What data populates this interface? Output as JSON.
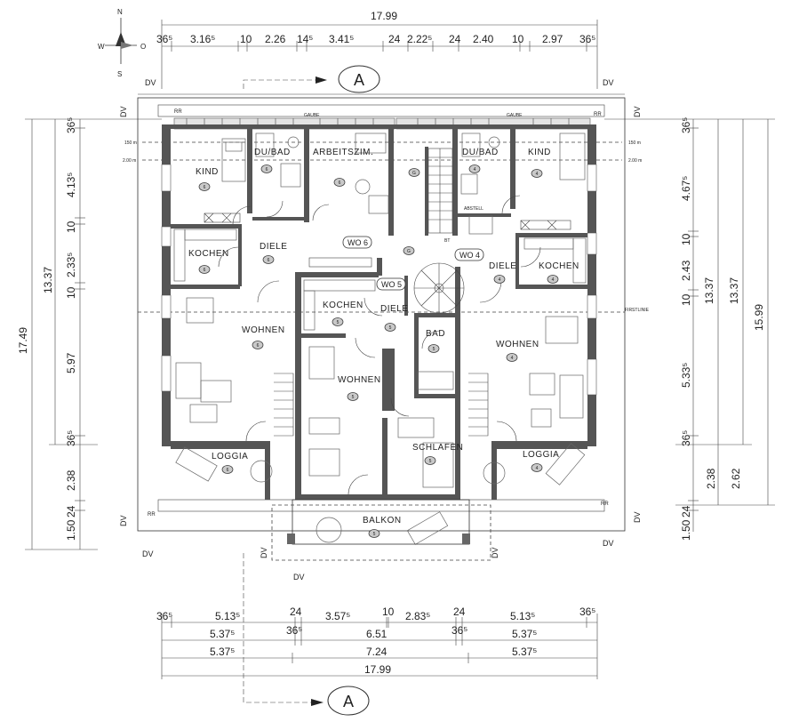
{
  "compass": {
    "n": "N",
    "s": "S",
    "w": "W",
    "e": "O"
  },
  "section_marker": "A",
  "dims_top": {
    "total": "17.99",
    "segments": [
      "36⁵",
      "3.16⁵",
      "10",
      "2.26",
      "14⁵",
      "3.41⁵",
      "24",
      "2.22⁵",
      "24",
      "2.40",
      "10",
      "2.97",
      "36⁵"
    ]
  },
  "dims_bottom": {
    "row1": [
      "36⁵",
      "5.13⁵",
      "24",
      "3.57⁵",
      "10",
      "2.83⁵",
      "24",
      "5.13⁵",
      "36⁵"
    ],
    "row2": [
      "5.37⁵",
      "36⁵",
      "6.51",
      "36⁵",
      "5.37⁵"
    ],
    "row3": [
      "5.37⁵",
      "7.24",
      "5.37⁵"
    ],
    "total": "17.99"
  },
  "dims_left": {
    "outer": "17.49",
    "middle": "13.37",
    "inner": [
      "36⁵",
      "4.13⁵",
      "10",
      "2.33⁵",
      "10",
      "5.97",
      "36⁵",
      "2.38",
      "24",
      "1.50"
    ]
  },
  "dims_right": {
    "outer": "15.99",
    "middle": [
      "13.37",
      "13.37"
    ],
    "inner": [
      "36⁵",
      "4.67⁵",
      "10",
      "2.43",
      "10",
      "5.33⁵",
      "36⁵",
      "2.38",
      "2.62",
      "24",
      "1.50"
    ]
  },
  "labels": {
    "dv": "DV",
    "rr": "RR",
    "gaube": "GAUBE",
    "firstlinie": "FIRSTLINIE",
    "h150": "150 m",
    "h200": "2.00 m",
    "abstell": "ABSTELL",
    "bt": "BT"
  },
  "rooms": {
    "kind_left": "KIND",
    "dubad_left": "DU/BAD",
    "arbeitszim": "ARBEITSZIM.",
    "dubad_right": "DU/BAD",
    "kind_right": "KIND",
    "kochen_left": "KOCHEN",
    "diele_left": "DIELE",
    "wo6": "WO 6",
    "wo5": "WO 5",
    "wo4": "WO 4",
    "diele_right": "DIELE",
    "kochen_right": "KOCHEN",
    "kochen_mid": "KOCHEN",
    "diele_mid": "DIELE",
    "bad_mid": "BAD",
    "wohnen_left": "WOHNEN",
    "wohnen_mid": "WOHNEN",
    "wohnen_right": "WOHNEN",
    "schlafen": "SCHLAFEN",
    "loggia_left": "LOGGIA",
    "loggia_right": "LOGGIA",
    "balkon": "BALKON"
  },
  "room_numbers": {
    "kind_left": "6",
    "dubad_left": "6",
    "arbeitszim": "6",
    "dubad_right": "4",
    "kind_right": "4",
    "kochen_left": "6",
    "diele_left": "6",
    "diele_right": "4",
    "kochen_right": "4",
    "kochen_mid": "5",
    "diele_mid": "5",
    "bad_mid": "5",
    "wohnen_left": "6",
    "wohnen_mid": "5",
    "wohnen_right": "4",
    "schlafen": "5",
    "loggia_left": "6",
    "loggia_right": "4",
    "balkon": "5",
    "stair_top": "G",
    "stair_mid": "G"
  }
}
